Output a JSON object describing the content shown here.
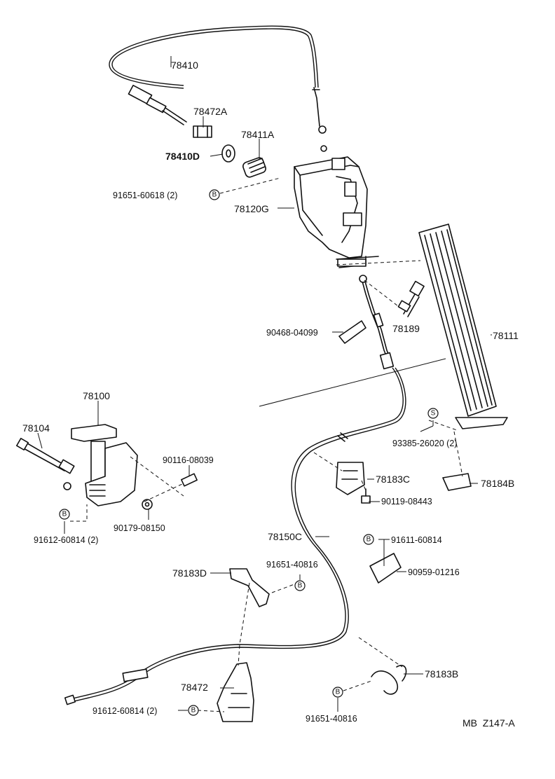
{
  "figure_code": "MB  Z147-A",
  "badges": {
    "bolt": "B",
    "screw": "S"
  },
  "parts": {
    "p78410": "78410",
    "p78472A": "78472A",
    "p78411A": "78411A",
    "p78410D": "78410D",
    "p91651_60618": "91651-60618 (2)",
    "p78120G": "78120G",
    "p90468": "90468-04099",
    "p78189": "78189",
    "p78111": "78111",
    "p78100": "78100",
    "p78104": "78104",
    "p90116": "90116-08039",
    "p90179": "90179-08150",
    "p91612a": "91612-60814 (2)",
    "p93385": "93385-26020 (2)",
    "p78183C": "78183C",
    "p78184B": "78184B",
    "p90119": "90119-08443",
    "p78150C": "78150C",
    "p91611": "91611-60814",
    "p90959": "90959-01216",
    "p78183D": "78183D",
    "p91651_40816a": "91651-40816",
    "p78183B": "78183B",
    "p78472": "78472",
    "p91612b": "91612-60814 (2)",
    "p91651_40816b": "91651-40816"
  }
}
